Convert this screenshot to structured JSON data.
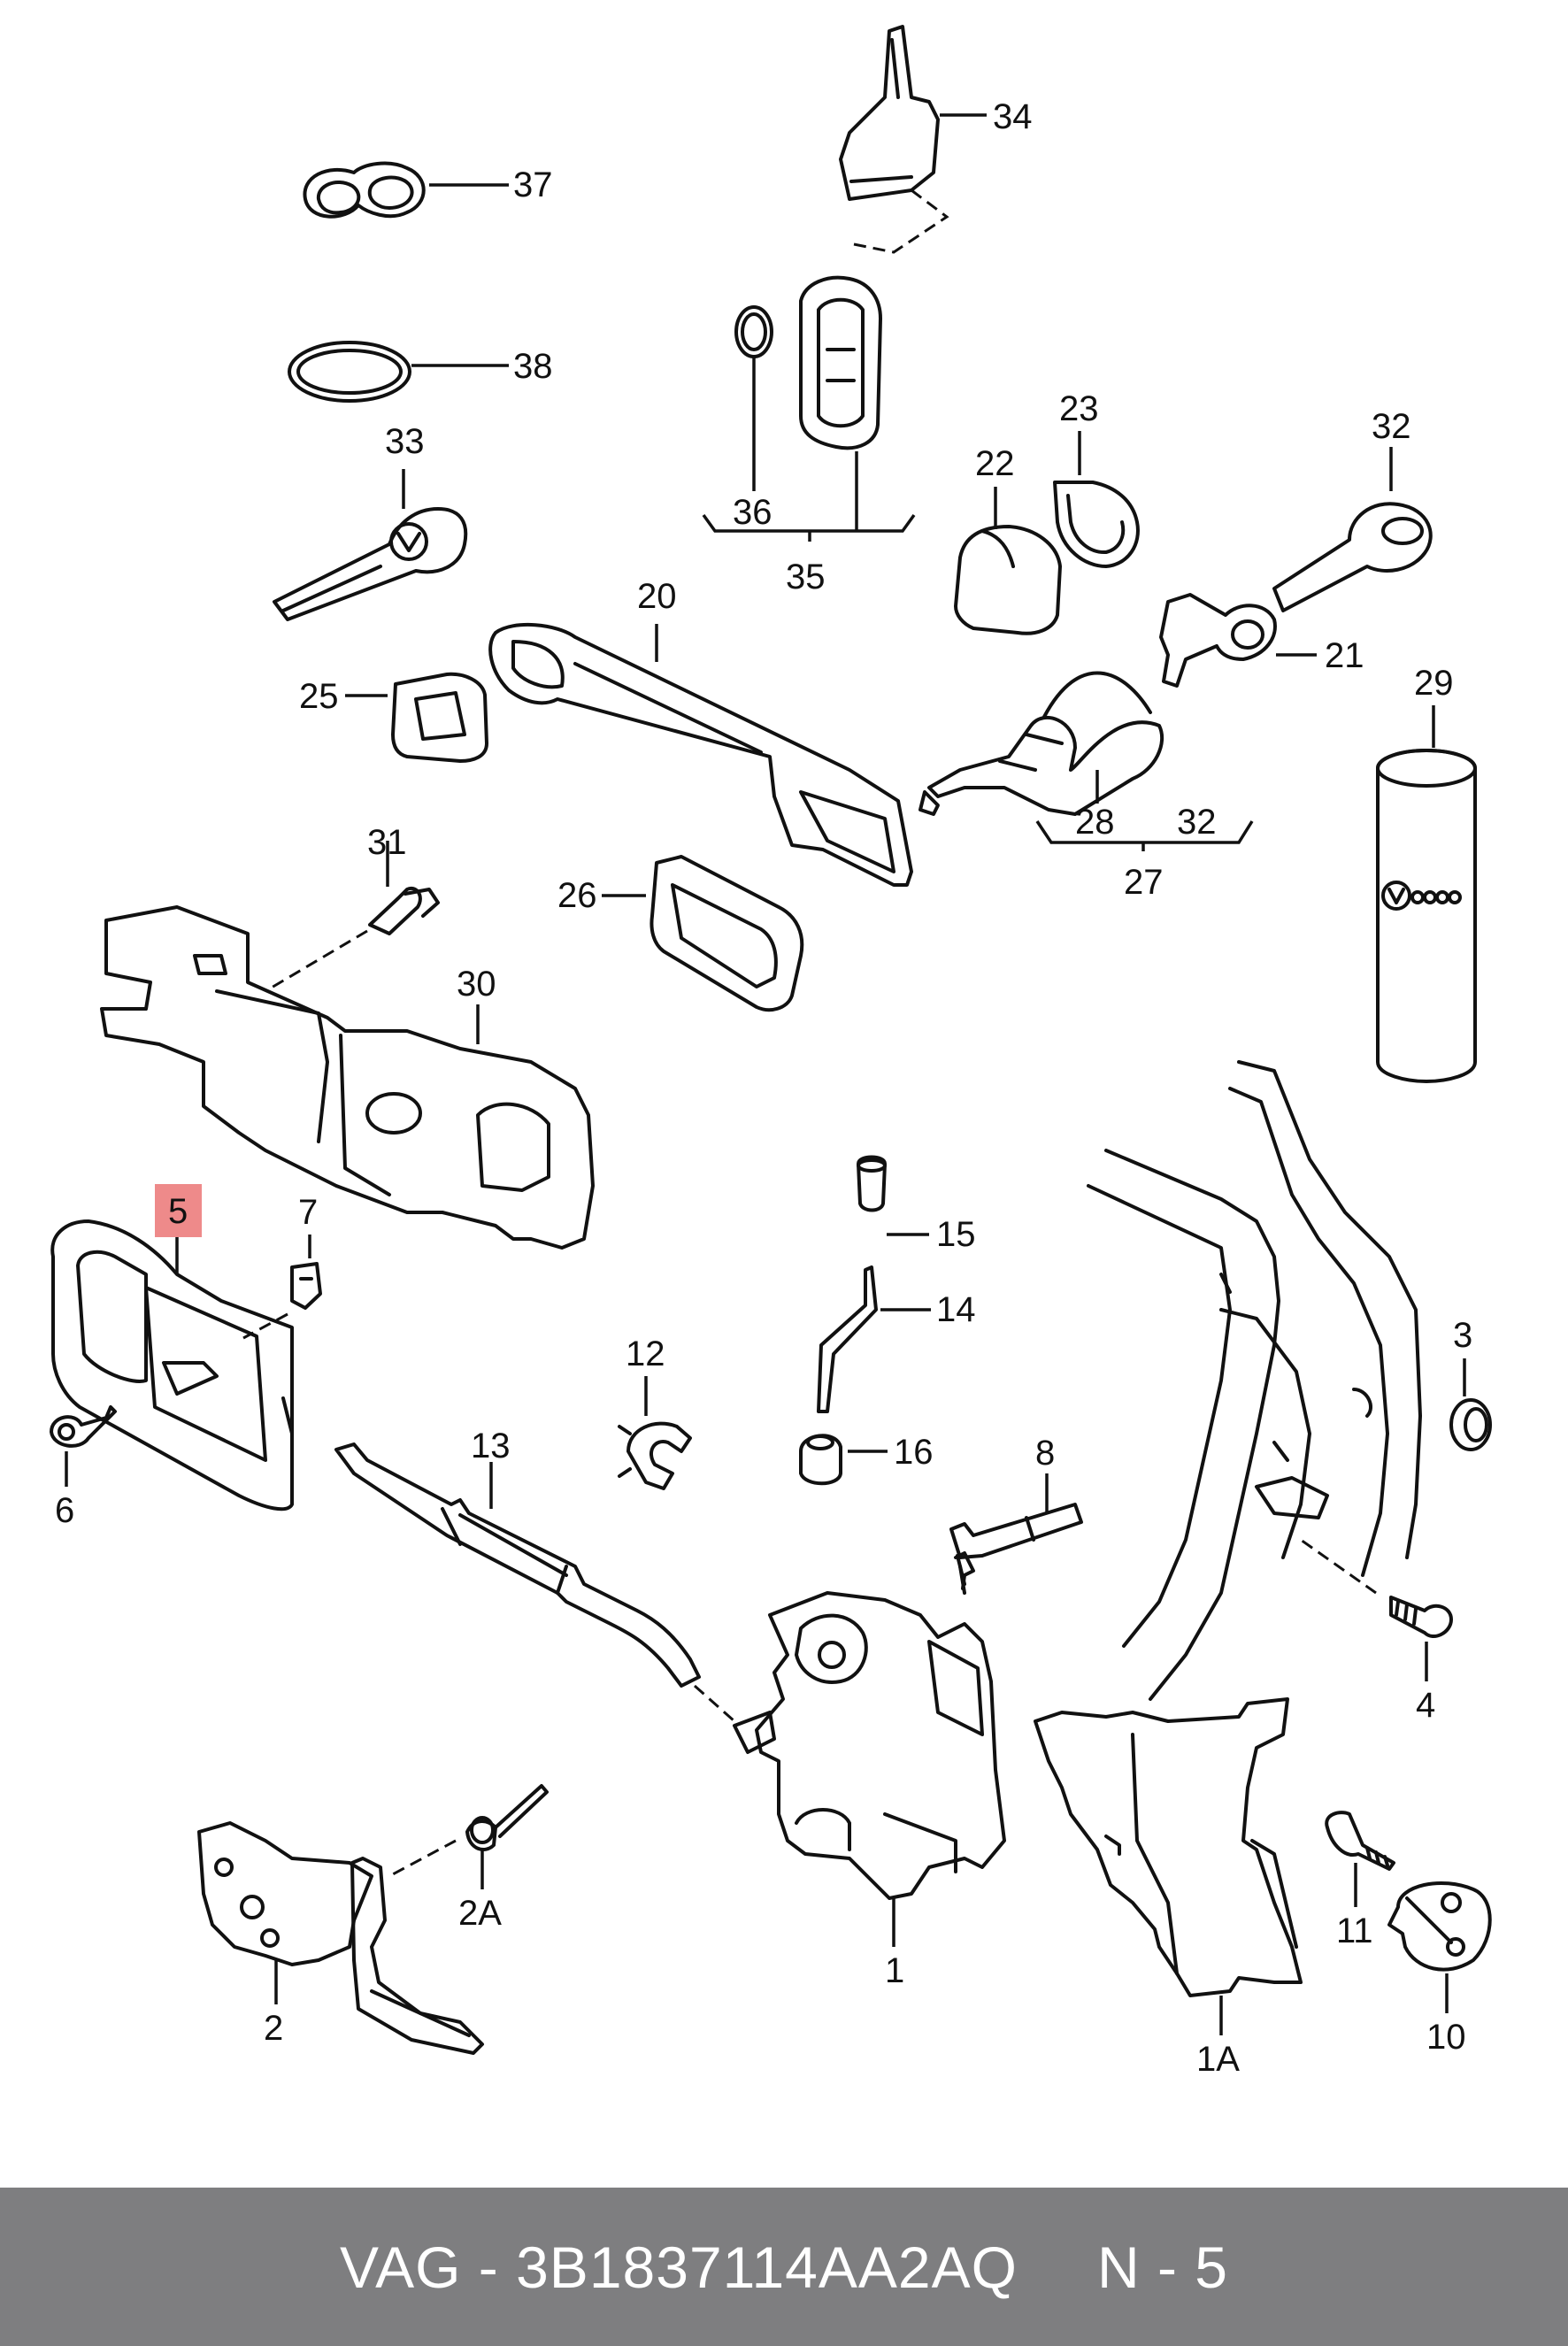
{
  "diagram": {
    "highlighted": "5",
    "labels": {
      "l34": "34",
      "l37": "37",
      "l38": "38",
      "l33": "33",
      "l36": "36",
      "l35": "35",
      "l22": "22",
      "l23": "23",
      "l32a": "32",
      "l20": "20",
      "l21": "21",
      "l25": "25",
      "l29": "29",
      "l28": "28",
      "l32b": "32",
      "l27": "27",
      "l31": "31",
      "l26": "26",
      "l30": "30",
      "l5": "5",
      "l7": "7",
      "l15": "15",
      "l14": "14",
      "l3": "3",
      "l12": "12",
      "l16": "16",
      "l6": "6",
      "l13": "13",
      "l8": "8",
      "l4": "4",
      "l2A": "2A",
      "l1": "1",
      "l11": "11",
      "l2": "2",
      "l10": "10",
      "l1A": "1A"
    },
    "colors": {
      "highlight": "#ee8a8a",
      "footer_bg": "#7e7e80",
      "footer_text": "#ffffff"
    }
  },
  "footer": {
    "part_number": "VAG - 3B1837114AA2AQ",
    "position": "N - 5"
  }
}
